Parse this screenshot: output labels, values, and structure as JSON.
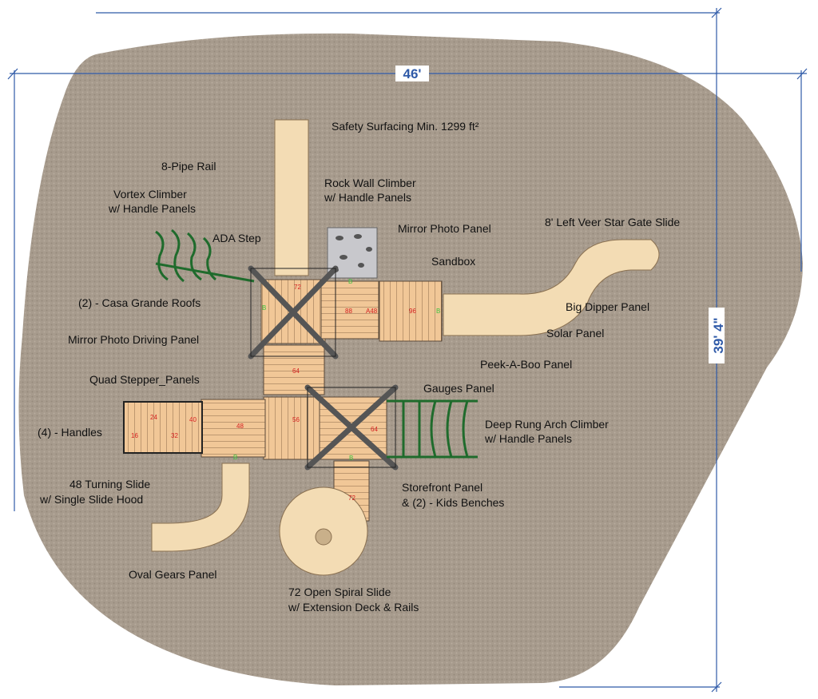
{
  "dimensions": {
    "width": "46'",
    "depth": "39' 4\""
  },
  "colors": {
    "surface": "#a79b8d",
    "deck": "#f1c797",
    "slide": "#f3dcb4",
    "climber": "#1f6b2c",
    "dimension": "#2f5aa8",
    "roof": "#555555"
  },
  "labels": {
    "safety": "Safety Surfacing Min. 1299 ft²",
    "pipe_rail": "8-Pipe Rail",
    "rock_wall_1": "Rock Wall Climber",
    "rock_wall_2": "w/ Handle Panels",
    "vortex_1": "Vortex Climber",
    "vortex_2": "w/ Handle Panels",
    "mirror_photo": "Mirror Photo Panel",
    "star_gate": "8' Left Veer Star Gate Slide",
    "ada_step": "ADA Step",
    "sandbox": "Sandbox",
    "roofs": "(2) - Casa Grande Roofs",
    "big_dipper": "Big Dipper Panel",
    "solar": "Solar Panel",
    "mirror_driving": "Mirror Photo Driving Panel",
    "peek": "Peek-A-Boo Panel",
    "quad": "Quad Stepper_Panels",
    "gauges": "Gauges Panel",
    "deep_rung_1": "Deep Rung Arch Climber",
    "deep_rung_2": "w/ Handle Panels",
    "handles": "(4) - Handles",
    "turning_1": "48 Turning Slide",
    "turning_2": "w/ Single Slide Hood",
    "storefront_1": "Storefront Panel",
    "storefront_2": "& (2) - Kids Benches",
    "oval": "Oval Gears Panel",
    "spiral_1": "72 Open Spiral Slide",
    "spiral_2": "w/ Extension Deck & Rails"
  },
  "deck_heights": {
    "d72a": "72",
    "d88": "88",
    "a48": "A48",
    "d96": "96",
    "d64a": "64",
    "d56": "56",
    "d64b": "64",
    "d72b": "72",
    "d16": "16",
    "d24": "24",
    "d32": "32",
    "d40": "40",
    "d48": "48",
    "b": "B"
  }
}
